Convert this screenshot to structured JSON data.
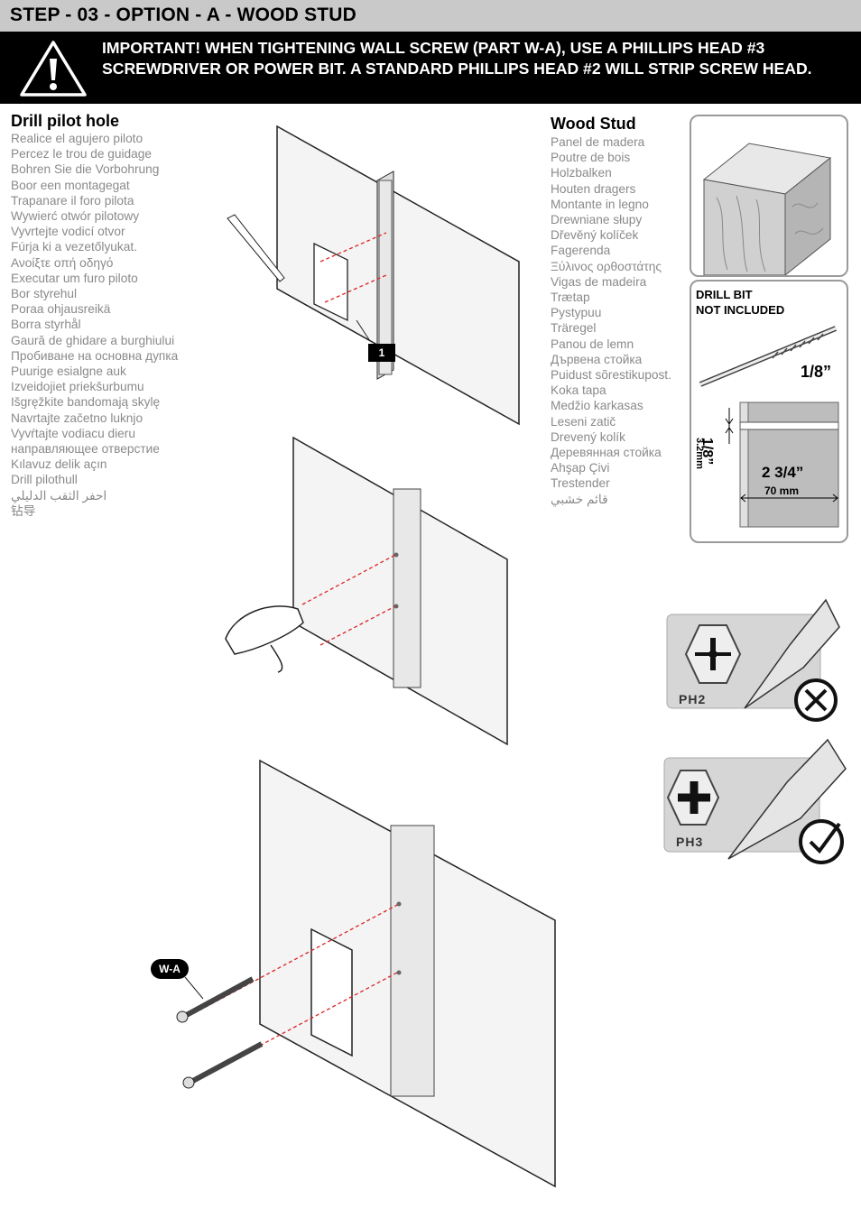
{
  "header": {
    "title": "STEP - 03 - OPTION - A - WOOD STUD",
    "warning": "IMPORTANT! WHEN TIGHTENING WALL SCREW (PART W-A), USE A PHILLIPS HEAD #3 SCREWDRIVER OR POWER BIT.  A STANDARD PHILLIPS HEAD #2 WILL STRIP SCREW HEAD."
  },
  "drill": {
    "heading": "Drill pilot hole",
    "translations": [
      "Realice el agujero piloto",
      "Percez le trou de guidage",
      "Bohren Sie die Vorbohrung",
      "Boor een montagegat",
      "Trapanare il foro pilota",
      "Wywierć otwór pilotowy",
      "Vyvrtejte vodicí otvor",
      "Fúrja ki a vezetőlyukat.",
      "Ανοίξτε οπή οδηγό",
      "Executar um furo piloto",
      "Bor styrehul",
      "Poraa ohjausreikä",
      "Borra styrhål",
      "Gaură de ghidare a burghiului",
      "Пробиване на основна дупка",
      "Puurige esialgne auk",
      "Izveidojiet priekšurbumu",
      "Išgręžkite bandomają skylę",
      "Navrtajte začetno luknjo",
      "Vyvŕtajte vodiacu dieru",
      "направляющее отверстие",
      "Kılavuz delik açın",
      "Drill pilothull",
      "احفر الثقب الدليلي",
      "钻导"
    ]
  },
  "stud": {
    "heading": "Wood Stud",
    "translations": [
      "Panel de madera",
      "Poutre de bois",
      "Holzbalken",
      "Houten dragers",
      "Montante in legno",
      "Drewniane słupy",
      "Dřevěný kolíček",
      "Fagerenda",
      "Ξύλινος ορθοστάτης",
      "Vigas de madeira",
      "Trætap",
      "Pystypuu",
      "Träregel",
      "Panou de lemn",
      "Дървена стойка",
      "Puidust sõrestikupost.",
      "Koka tapa",
      "Medžio karkasas",
      "Leseni zatič",
      "Drevený kolík",
      "Деревянная стойка",
      "Ahşap Çivi",
      "Trestender",
      "قائم خشبي"
    ]
  },
  "drill_bit": {
    "label_line1": "DRILL BIT",
    "label_line2": "NOT INCLUDED",
    "bit_size": "1/8”",
    "hole_diameter": "1/8”",
    "hole_diameter_mm": "3.2mm",
    "depth": "2 3/4”",
    "depth_mm": "70 mm"
  },
  "callouts": {
    "step_number": "1",
    "part_label": "W-A"
  },
  "bits": {
    "wrong_label": "PH2",
    "right_label": "PH3"
  },
  "icons": [
    "warning-icon",
    "wrong-icon",
    "correct-icon"
  ]
}
